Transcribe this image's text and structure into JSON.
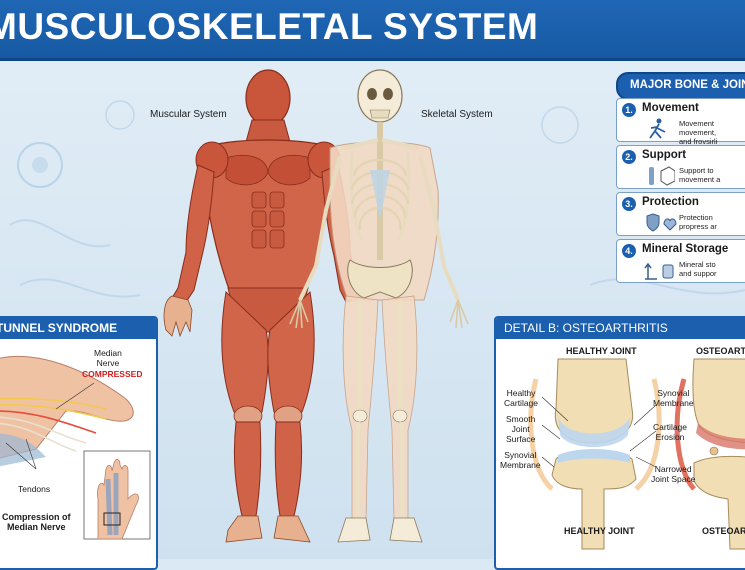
{
  "header": {
    "title": "MUSCULOSKELETAL SYSTEM"
  },
  "figure": {
    "muscular_label": "Muscular System",
    "skeletal_label": "Skeletal System"
  },
  "bone_panel": {
    "title": "MAJOR BONE & JOINT FUNCTIONS",
    "items": [
      {
        "num": "1.",
        "title": "Movement",
        "desc": "Movement\nmovement,\nand frovsirli",
        "icons": [
          "running-person-icon",
          "standing-person-icon"
        ]
      },
      {
        "num": "2.",
        "title": "Support",
        "desc": "Support to\nmovement a",
        "icons": [
          "bone-icon",
          "box-icon"
        ]
      },
      {
        "num": "3.",
        "title": "Protection",
        "desc": "Protection\npropress ar",
        "icons": [
          "shield-icon",
          "hands-icon"
        ]
      },
      {
        "num": "4.",
        "title": "Mineral Storage",
        "desc": "Mineral sto\nand suppor",
        "icons": [
          "arrows-icon",
          "jar-icon"
        ]
      }
    ]
  },
  "detail_a": {
    "title": "TUNNEL SYNDROME",
    "median_nerve": "Median\nNerve",
    "compressed": "COMPRESSED",
    "tendons": "Tendons",
    "compression": "Compression of\nMedian Nerve"
  },
  "detail_b": {
    "title": "DETAIL B: OSTEOARTHRITIS",
    "healthy": "HEALTHY JOINT",
    "osteo": "OSTEOARTH",
    "healthy_bottom": "HEALTHY JOINT",
    "osteo_bottom": "OSTEOARTH",
    "labels": {
      "healthy_cartilage": "Healthy\nCartilage",
      "smooth_surface": "Smooth\nJoint\nSurface",
      "synovial_membrane_left": "Synovial\nMembrane",
      "synovial_membrane_right": "Synovial\nMembrane",
      "cartilage_erosion": "Cartilage\nErosion",
      "narrowed_space": "Narrowed\nJoint Space"
    }
  }
}
